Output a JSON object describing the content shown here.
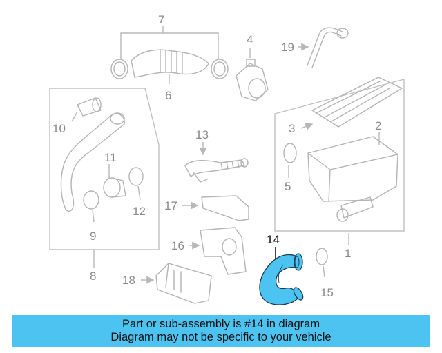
{
  "diagram": {
    "labels": {
      "p1": "1",
      "p2": "2",
      "p3": "3",
      "p4": "4",
      "p5": "5",
      "p6": "6",
      "p7": "7",
      "p8": "8",
      "p9": "9",
      "p10": "10",
      "p11": "11",
      "p12": "12",
      "p13": "13",
      "p14": "14",
      "p15": "15",
      "p16": "16",
      "p17": "17",
      "p18": "18",
      "p19": "19"
    },
    "highlight_part": "14",
    "colors": {
      "highlight": "#4dc3f2",
      "line_art": "#b4b4b4",
      "label_gray": "#8a8a8a"
    }
  },
  "banner": {
    "line1": "Part or sub-assembly is #14 in diagram",
    "line2": "Diagram may not be specific to your vehicle",
    "background": "#4dc3f2"
  }
}
